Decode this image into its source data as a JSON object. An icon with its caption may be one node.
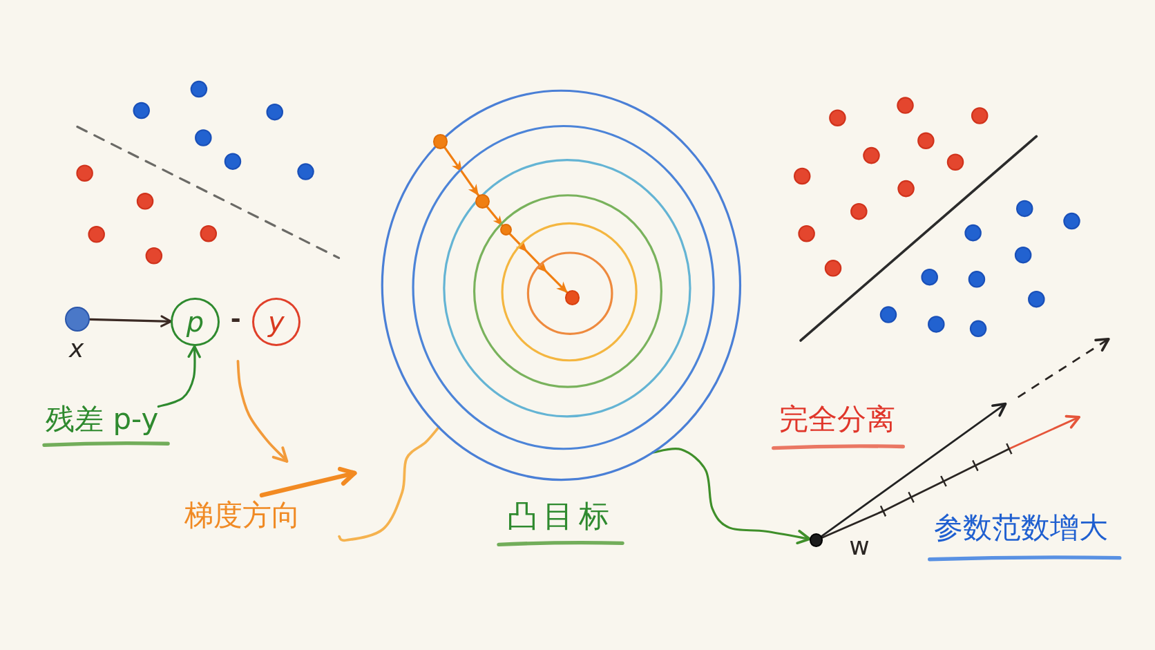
{
  "diagram": {
    "nodes": [
      {
        "text": [],
        "shape": "circle",
        "beside": [
          "x"
        ]
      },
      {
        "text": [
          "p"
        ]
      },
      {
        "text": [
          "y"
        ]
      },
      {
        "text": [
          "残差 p-y"
        ]
      },
      {
        "text": [
          "梯度方向"
        ]
      },
      {
        "text": [],
        "shape": "picture",
        "beside": [
          "凸目标"
        ]
      },
      {
        "text": [],
        "shape": "circle",
        "in": 5
      },
      {
        "text": [],
        "shape": "circle",
        "in": 5
      },
      {
        "text": [],
        "shape": "circle",
        "in": 5
      },
      {
        "text": [],
        "shape": "circle",
        "in": 5
      },
      {
        "text": [],
        "shape": "circle",
        "beside": [
          "w"
        ]
      }
    ],
    "edges": [
      {
        "from": 0,
        "to": 1,
        "arrow": "to",
        "color": "#3b2a24"
      },
      {
        "from": 3,
        "to": 1,
        "arrow": "to",
        "color": "#2f8a2f"
      },
      {
        "from": null,
        "to": 4,
        "arrow": "to",
        "color": "#f29a3a"
      },
      {
        "from": 4,
        "to": 5,
        "arrow": "none",
        "color": "#f5b24e"
      },
      {
        "from": 6,
        "to": 7,
        "arrow": "to",
        "color": "#f07f12"
      },
      {
        "from": 7,
        "to": 8,
        "arrow": "to",
        "color": "#f07f12"
      },
      {
        "from": 8,
        "to": 9,
        "arrow": "to",
        "color": "#f07f12"
      },
      {
        "from": 5,
        "to": 10,
        "arrow": "to",
        "color": "#3f8f2a"
      },
      {
        "from": 10,
        "to": null,
        "arrow": "to",
        "color": "#222222"
      },
      {
        "from": 10,
        "to": null,
        "arrow": "to",
        "color": "#e5553a"
      }
    ],
    "labels": [
      "-",
      "完全分离",
      "参数范数增大"
    ]
  }
}
